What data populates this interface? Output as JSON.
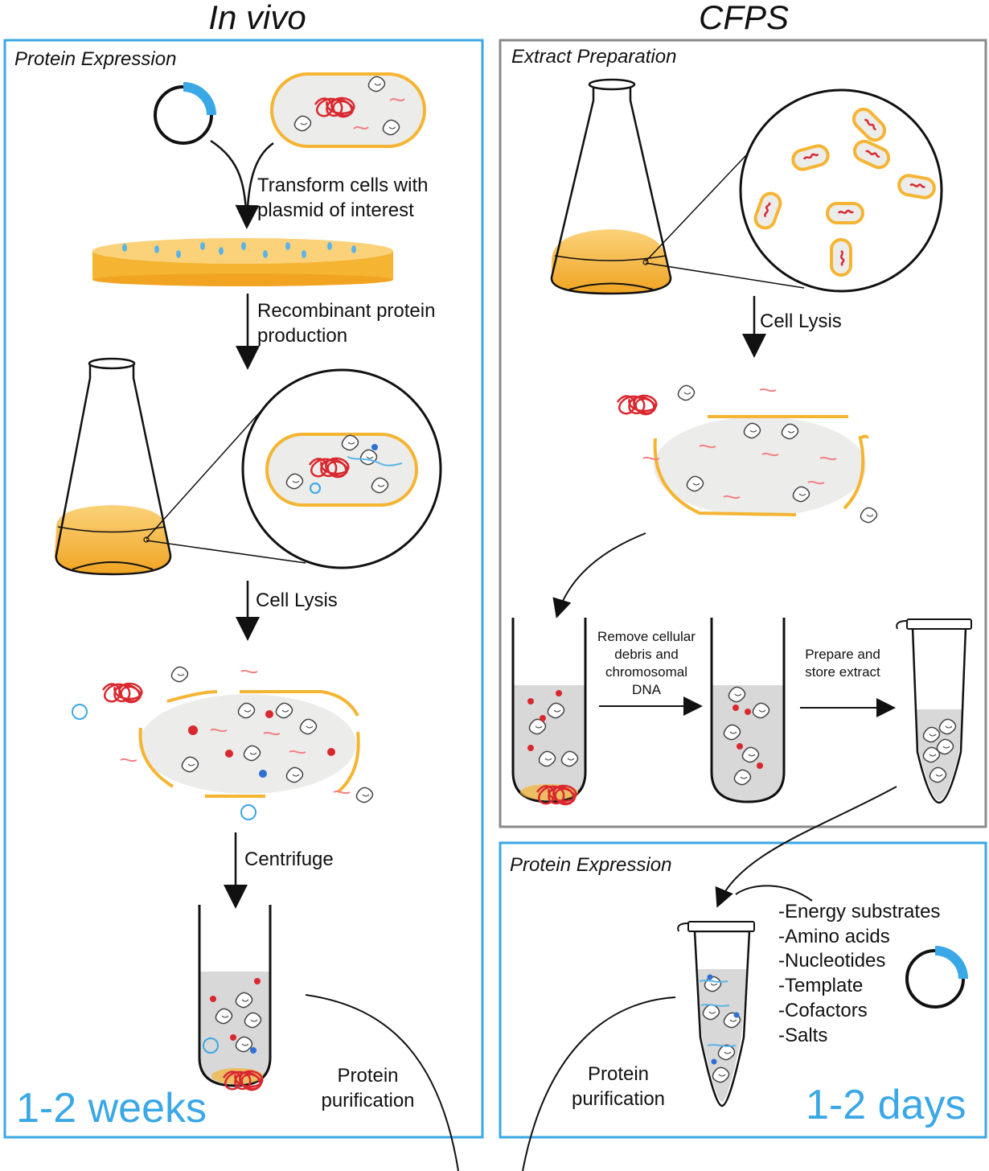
{
  "columns": {
    "left_title": "In vivo",
    "right_title": "CFPS"
  },
  "left_panel": {
    "section_label": "Protein Expression",
    "steps": {
      "transform": "Transform cells with\nplasmid of interest",
      "recombinant": "Recombinant protein\nproduction",
      "lysis": "Cell Lysis",
      "centrifuge": "Centrifuge",
      "purification": "Protein\npurification"
    },
    "duration": "1-2 weeks"
  },
  "right_top_panel": {
    "section_label": "Extract Preparation",
    "steps": {
      "lysis": "Cell Lysis",
      "remove": "Remove cellular\ndebris and\nchromosomal\nDNA",
      "prepare": "Prepare and\nstore extract"
    }
  },
  "right_bottom_panel": {
    "section_label": "Protein Expression",
    "ingredients": [
      "-Energy substrates",
      "-Amino acids",
      "-Nucleotides",
      "-Template",
      "-Cofactors",
      "-Salts"
    ],
    "purification": "Protein\npurification",
    "duration": "1-2 days"
  },
  "colors": {
    "blue_border": "#3aa7e6",
    "gray_border": "#8a8a8a",
    "culture_orange": "#f5b432",
    "dna_red": "#d9282f",
    "cell_fill": "#ececea"
  }
}
